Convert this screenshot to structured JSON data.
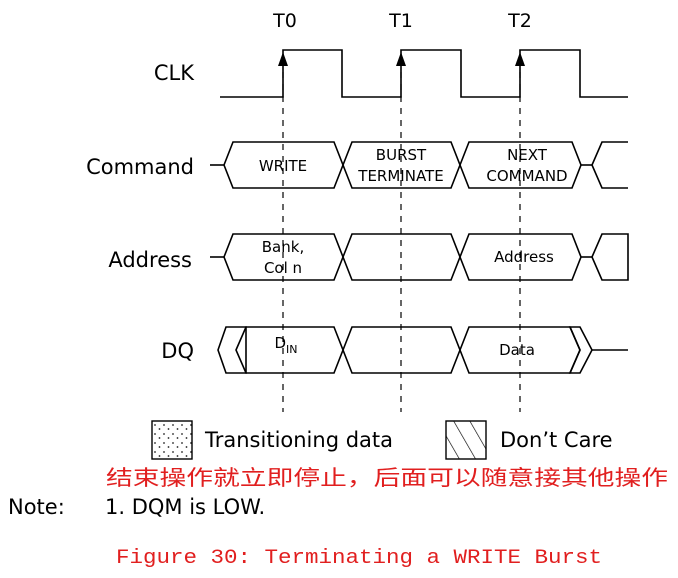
{
  "timing": {
    "clock_ticks": [
      "T0",
      "T1",
      "T2"
    ],
    "signals": {
      "clk": "CLK",
      "command": "Command",
      "address": "Address",
      "dq": "DQ"
    },
    "command_cells": {
      "write": "WRITE",
      "burst_line1": "BURST",
      "burst_line2": "TERMINATE",
      "next_line1": "NEXT",
      "next_line2": "COMMAND"
    },
    "address_cells": {
      "bank_line1": "Bank,",
      "bank_line2": "Col n",
      "address": "Address"
    },
    "dq_cells": {
      "din_main": "D",
      "din_sub": "IN",
      "data": "Data"
    }
  },
  "legend": {
    "transitioning": "Transitioning data",
    "dont_care": "Don’t Care"
  },
  "annotation_cn": "结束操作就立即停止，后面可以随意接其他操作",
  "note": {
    "label": "Note:",
    "text": "1. DQM is LOW."
  },
  "caption": "Figure 30: Terminating a WRITE Burst",
  "colors": {
    "cell_teal": "#b6dcd8",
    "cell_blue": "#b6bde0",
    "annotation_red": "#e11f1f"
  }
}
